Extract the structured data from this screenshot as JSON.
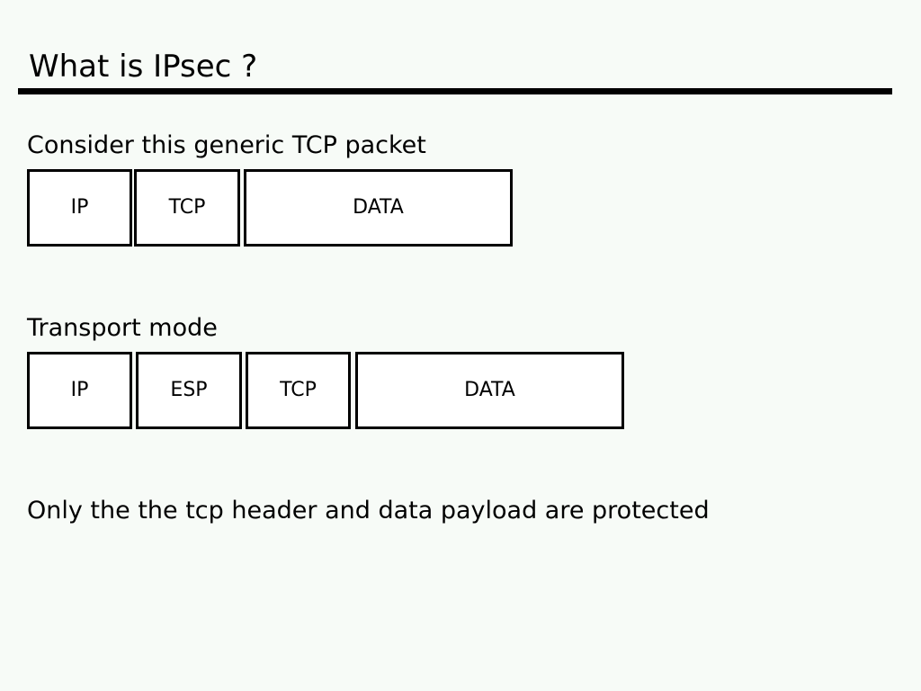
{
  "slide": {
    "title": "What is IPsec ?"
  },
  "generic_packet": {
    "caption": "Consider this generic TCP packet",
    "fields": [
      "IP",
      "TCP",
      "DATA"
    ]
  },
  "transport_packet": {
    "caption": "Transport mode",
    "fields": [
      "IP",
      "ESP",
      "TCP",
      "DATA"
    ]
  },
  "footer_note": "Only the the tcp header and data payload are protected"
}
